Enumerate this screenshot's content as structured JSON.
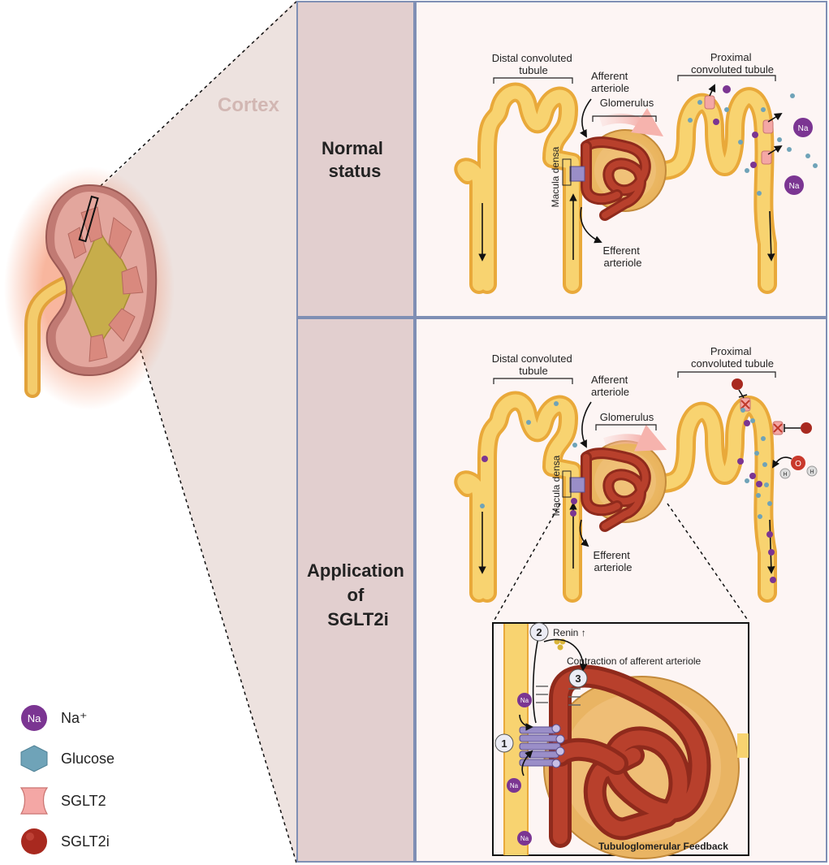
{
  "kidney": {
    "region_label": "Cortex"
  },
  "rows": {
    "normal": {
      "label_line1": "Normal",
      "label_line2": "status"
    },
    "sglt2i": {
      "label_line1": "Application",
      "label_line2": "of",
      "label_line3": "SGLT2i"
    }
  },
  "labels": {
    "distal_line1": "Distal convoluted",
    "distal_line2": "tubule",
    "afferent_line1": "Afferent",
    "afferent_line2": "arteriole",
    "glomerulus": "Glomerulus",
    "proximal_line1": "Proximal",
    "proximal_line2": "convoluted tubule",
    "macula_densa": "Macula densa",
    "efferent_line1": "Efferent",
    "efferent_line2": "arteriole"
  },
  "zoom": {
    "step1": "1",
    "step2": "2",
    "step3": "3",
    "renin": "Renin ↑",
    "contraction": "Contraction of afferent arteriole",
    "title": "Tubuloglomerular Feedback"
  },
  "legend": {
    "na": {
      "symbol": "Na",
      "label": "Na⁺"
    },
    "glucose": {
      "label": "Glucose"
    },
    "sglt2": {
      "label": "SGLT2"
    },
    "sglt2i": {
      "label": "SGLT2i"
    }
  },
  "colors": {
    "panel_border": "#7f8fb4",
    "row_label_bg": "#e2cfcf",
    "tubule": "#f8d370",
    "tubule_edge": "#e9a93a",
    "vessel": "#b8402c",
    "sodium": "#7b3592",
    "glucose": "#6fa3b8",
    "sglt2": "#f4a7a5",
    "sglt2i": "#a8291f",
    "macula_densa": "#9a8ec8"
  }
}
